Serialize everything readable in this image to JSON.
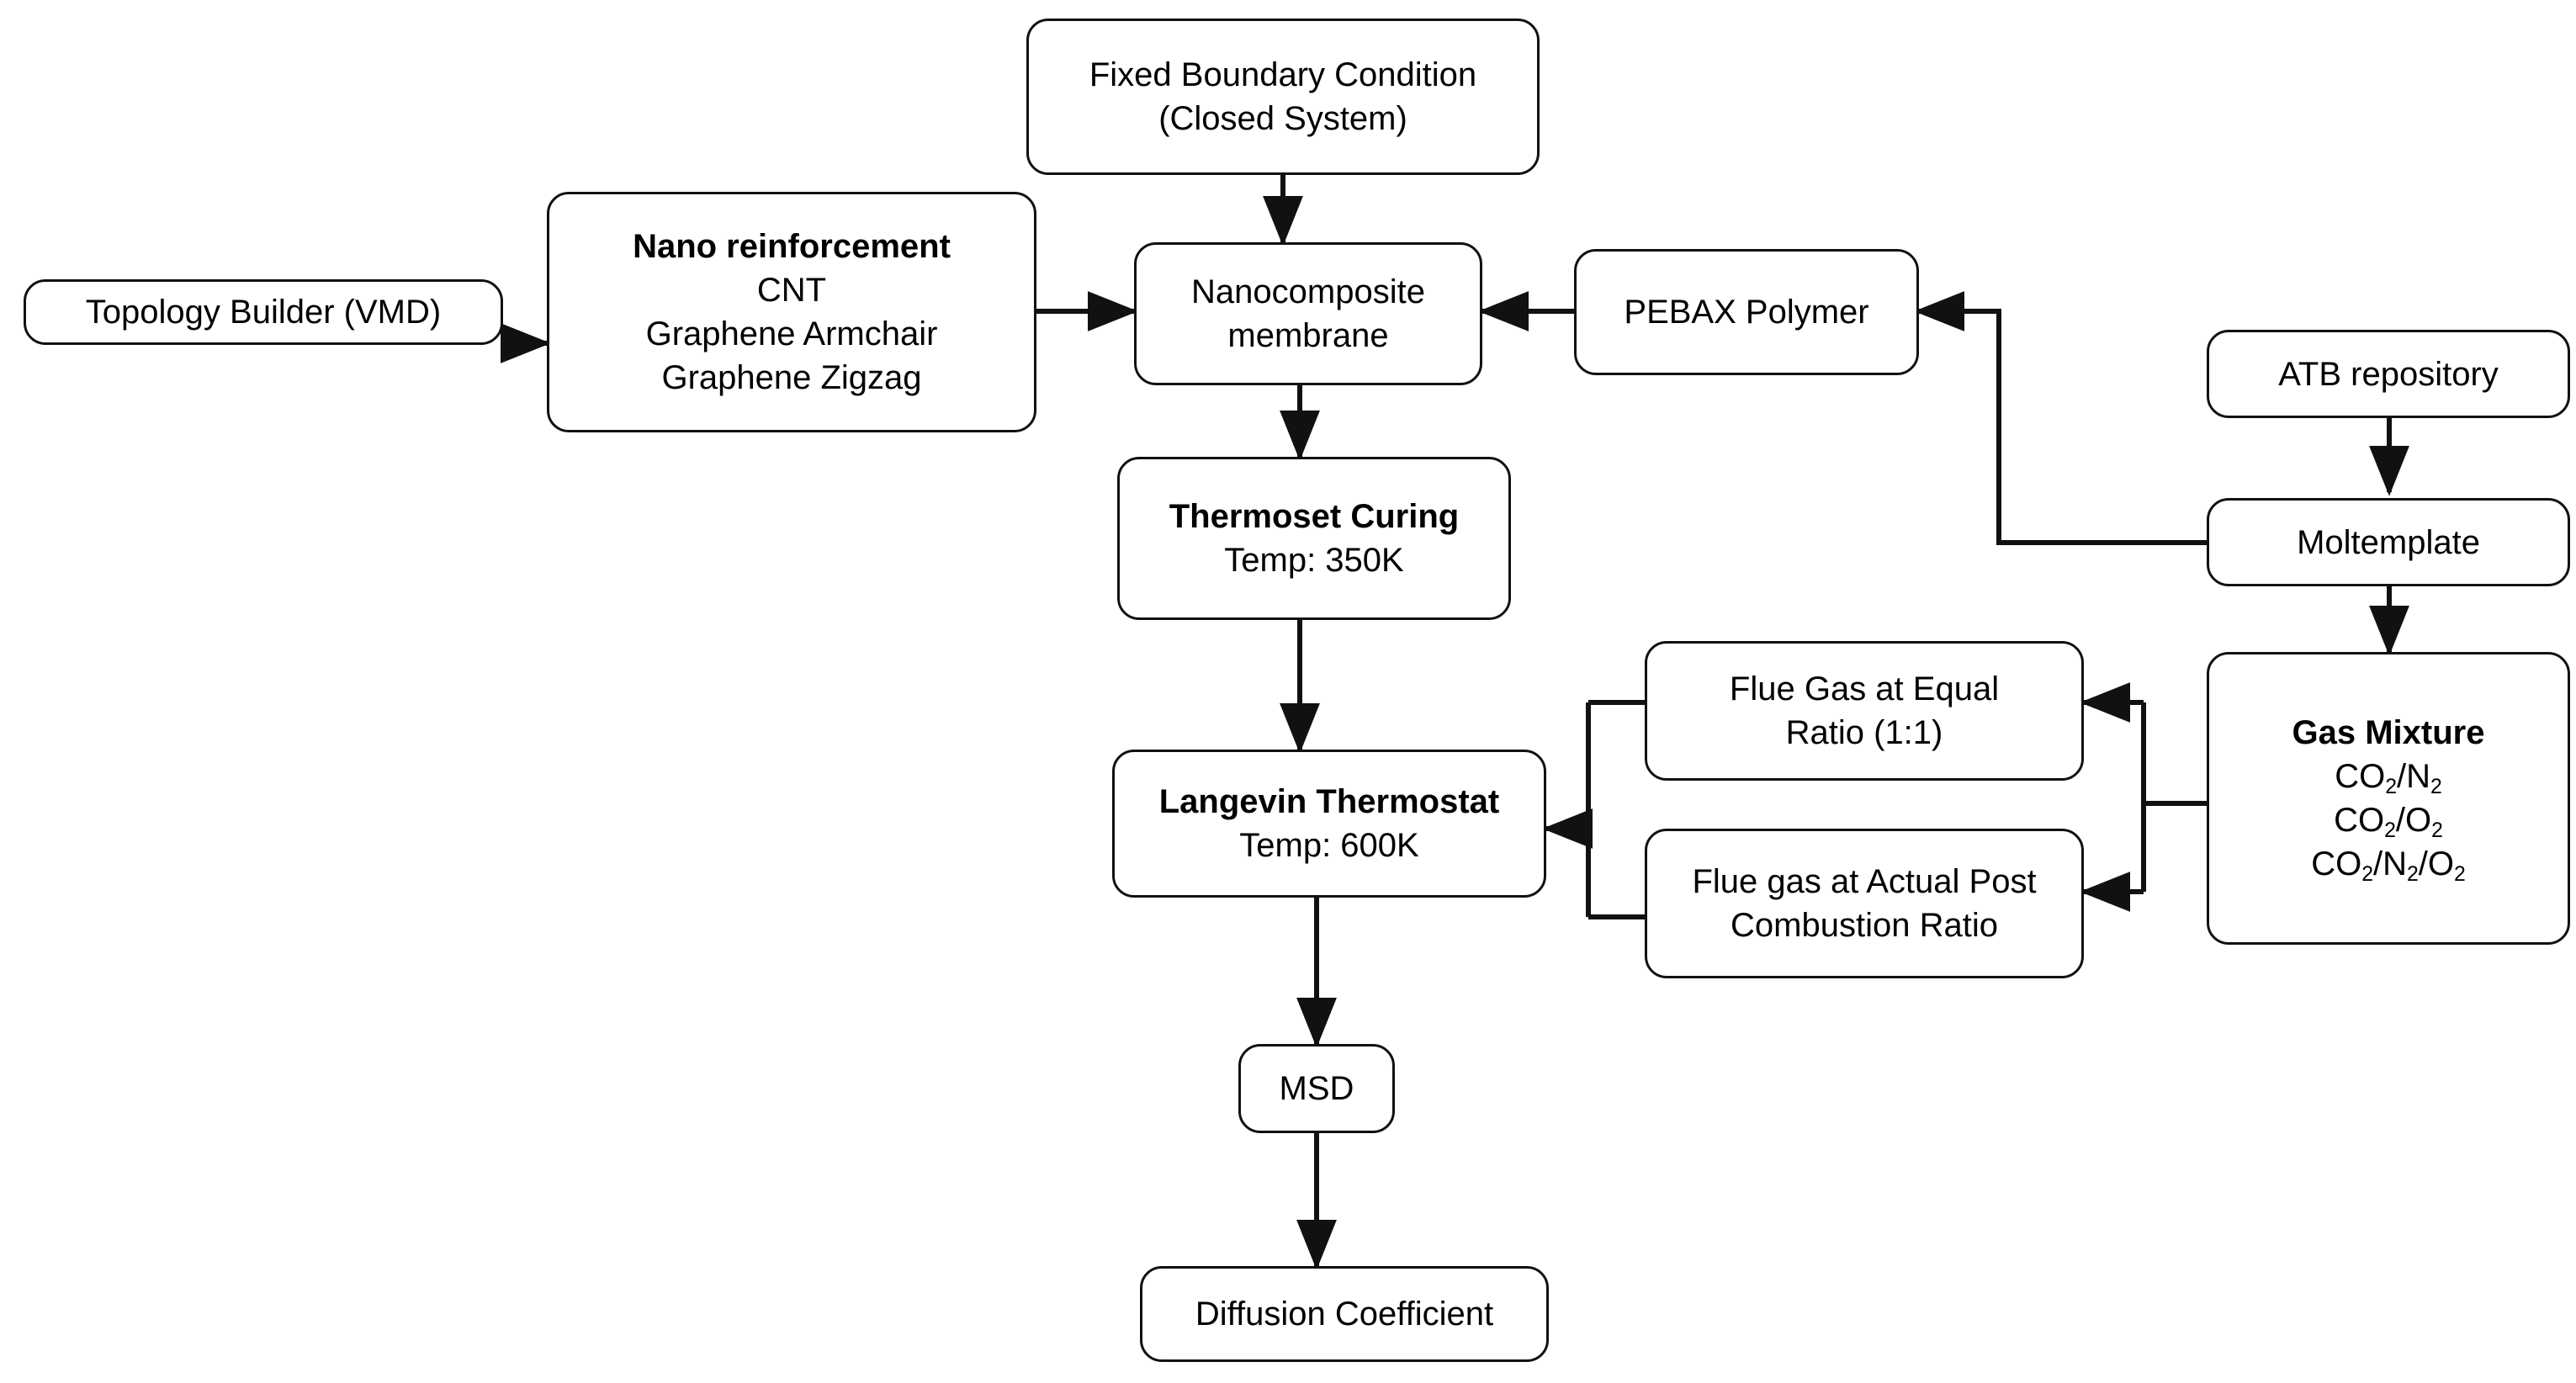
{
  "diagram": {
    "title": "Molecular dynamics nanocomposite membrane simulation workflow",
    "line_color": "#111111",
    "node_fill": "#ffffff",
    "nodes": [
      {
        "id": "topology-builder",
        "name": "topology-builder-node",
        "lines": [
          {
            "text": "Topology Builder (VMD)",
            "bold": false
          }
        ]
      },
      {
        "id": "nano-reinforcement",
        "name": "nano-reinforcement-node",
        "lines": [
          {
            "text": "Nano reinforcement",
            "bold": true
          },
          {
            "text": "CNT",
            "bold": false
          },
          {
            "text": "Graphene Armchair",
            "bold": false
          },
          {
            "text": "Graphene Zigzag",
            "bold": false
          }
        ]
      },
      {
        "id": "fixed-boundary",
        "name": "fixed-boundary-condition-node",
        "lines": [
          {
            "text": "Fixed Boundary Condition",
            "bold": false
          },
          {
            "text": "(Closed System)",
            "bold": false
          }
        ]
      },
      {
        "id": "nanocomposite-membrane",
        "name": "nanocomposite-membrane-node",
        "lines": [
          {
            "text": "Nanocomposite",
            "bold": false
          },
          {
            "text": "membrane",
            "bold": false
          }
        ]
      },
      {
        "id": "pebax-polymer",
        "name": "pebax-polymer-node",
        "lines": [
          {
            "text": "PEBAX Polymer",
            "bold": false
          }
        ]
      },
      {
        "id": "atb-repository",
        "name": "atb-repository-node",
        "lines": [
          {
            "text": "ATB repository",
            "bold": false
          }
        ]
      },
      {
        "id": "moltemplate",
        "name": "moltemplate-node",
        "lines": [
          {
            "text": "Moltemplate",
            "bold": false
          }
        ]
      },
      {
        "id": "thermoset-curing",
        "name": "thermoset-curing-node",
        "lines": [
          {
            "text": "Thermoset Curing",
            "bold": true
          },
          {
            "text": "Temp: 350K",
            "bold": false
          }
        ]
      },
      {
        "id": "gas-mixture",
        "name": "gas-mixture-node",
        "lines": [
          {
            "text": "Gas Mixture",
            "bold": true
          },
          {
            "html": "CO<sub>2</sub>/N<sub>2</sub>",
            "bold": false
          },
          {
            "html": "CO<sub>2</sub>/O<sub>2</sub>",
            "bold": false
          },
          {
            "html": "CO<sub>2</sub>/N<sub>2</sub>/O<sub>2</sub>",
            "bold": false
          }
        ]
      },
      {
        "id": "flue-gas-equal",
        "name": "flue-gas-equal-ratio-node",
        "lines": [
          {
            "text": "Flue Gas  at Equal",
            "bold": false
          },
          {
            "text": "Ratio (1:1)",
            "bold": false
          }
        ]
      },
      {
        "id": "flue-gas-actual",
        "name": "flue-gas-actual-ratio-node",
        "lines": [
          {
            "text": "Flue gas at Actual Post",
            "bold": false
          },
          {
            "text": "Combustion Ratio",
            "bold": false
          }
        ]
      },
      {
        "id": "langevin-thermostat",
        "name": "langevin-thermostat-node",
        "lines": [
          {
            "text": "Langevin Thermostat",
            "bold": true
          },
          {
            "text": "Temp: 600K",
            "bold": false
          }
        ]
      },
      {
        "id": "msd",
        "name": "msd-node",
        "lines": [
          {
            "text": "MSD",
            "bold": false
          }
        ]
      },
      {
        "id": "diffusion-coefficient",
        "name": "diffusion-coefficient-node",
        "lines": [
          {
            "text": "Diffusion Coefficient",
            "bold": false
          }
        ]
      }
    ],
    "edges": [
      {
        "name": "edge-topology-to-nano",
        "from": "topology-builder",
        "to": "nano-reinforcement"
      },
      {
        "name": "edge-nano-to-membrane",
        "from": "nano-reinforcement",
        "to": "nanocomposite-membrane"
      },
      {
        "name": "edge-boundary-to-membrane",
        "from": "fixed-boundary",
        "to": "nanocomposite-membrane"
      },
      {
        "name": "edge-pebax-to-membrane",
        "from": "pebax-polymer",
        "to": "nanocomposite-membrane"
      },
      {
        "name": "edge-moltemplate-to-pebax",
        "from": "moltemplate",
        "to": "pebax-polymer"
      },
      {
        "name": "edge-atb-to-moltemplate",
        "from": "atb-repository",
        "to": "moltemplate"
      },
      {
        "name": "edge-moltemplate-to-gas-mixture",
        "from": "moltemplate",
        "to": "gas-mixture"
      },
      {
        "name": "edge-membrane-to-curing",
        "from": "nanocomposite-membrane",
        "to": "thermoset-curing"
      },
      {
        "name": "edge-curing-to-langevin",
        "from": "thermoset-curing",
        "to": "langevin-thermostat"
      },
      {
        "name": "edge-gas-to-flue-equal",
        "from": "gas-mixture",
        "to": "flue-gas-equal"
      },
      {
        "name": "edge-gas-to-flue-actual",
        "from": "gas-mixture",
        "to": "flue-gas-actual"
      },
      {
        "name": "edge-flue-to-langevin",
        "from": "flue-gas-equal",
        "to": "langevin-thermostat"
      },
      {
        "name": "edge-langevin-to-msd",
        "from": "langevin-thermostat",
        "to": "msd"
      },
      {
        "name": "edge-msd-to-diffusion",
        "from": "msd",
        "to": "diffusion-coefficient"
      }
    ]
  }
}
